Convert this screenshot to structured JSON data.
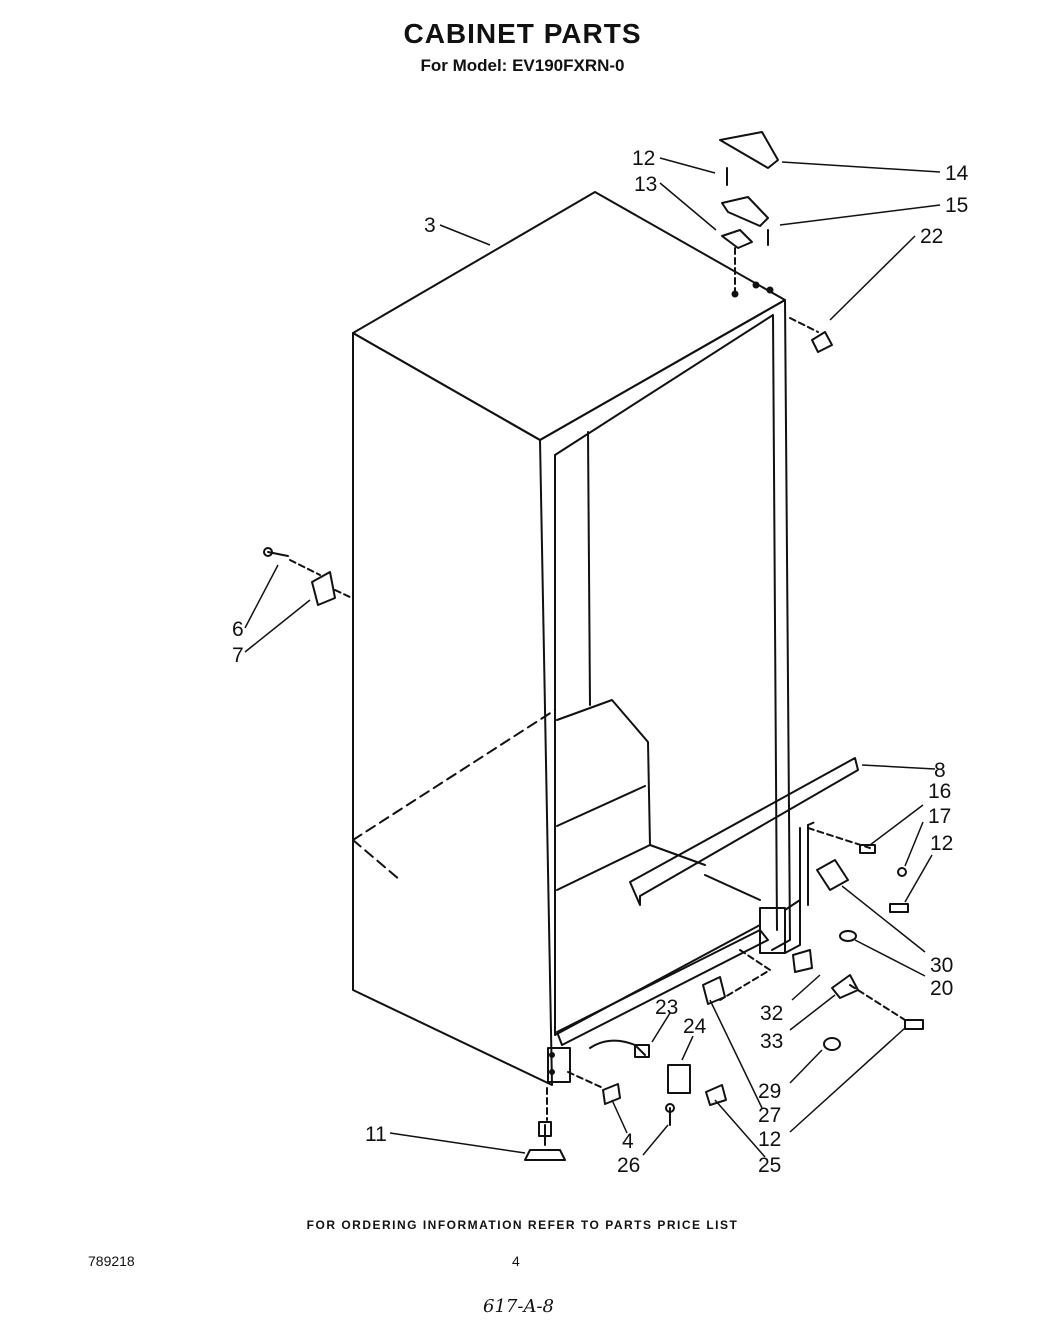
{
  "header": {
    "title": "CABINET PARTS",
    "subtitle": "For Model: EV190FXRN-0"
  },
  "callouts": [
    "12",
    "13",
    "14",
    "15",
    "22",
    "3",
    "6",
    "7",
    "8",
    "16",
    "17",
    "12",
    "30",
    "20",
    "32",
    "33",
    "23",
    "24",
    "29",
    "27",
    "12",
    "25",
    "26",
    "4",
    "11"
  ],
  "footer": {
    "ordering_note": "FOR ORDERING INFORMATION REFER TO PARTS PRICE LIST",
    "doc_number": "789218",
    "page_number": "4",
    "handwritten_note": "617-A-8"
  }
}
